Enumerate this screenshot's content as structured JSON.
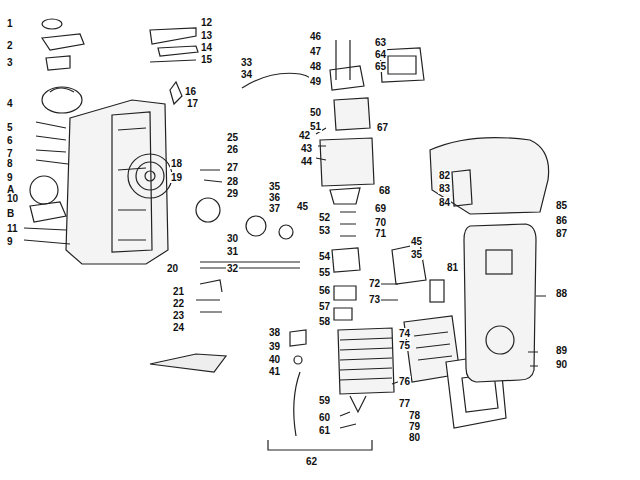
{
  "diagram": {
    "labels": [
      "1",
      "2",
      "3",
      "4",
      "5",
      "6",
      "7",
      "8",
      "9",
      "A",
      "10",
      "B",
      "11",
      "9",
      "12",
      "13",
      "14",
      "15",
      "16",
      "17",
      "18",
      "19",
      "20",
      "21",
      "22",
      "23",
      "24",
      "25",
      "26",
      "27",
      "28",
      "29",
      "30",
      "31",
      "32",
      "33",
      "34",
      "35",
      "36",
      "37",
      "45",
      "38",
      "39",
      "40",
      "41",
      "42",
      "43",
      "44",
      "46",
      "47",
      "48",
      "49",
      "50",
      "51",
      "52",
      "53",
      "54",
      "55",
      "56",
      "57",
      "58",
      "59",
      "60",
      "61",
      "62",
      "63",
      "64",
      "65",
      "67",
      "68",
      "69",
      "70",
      "71",
      "45",
      "35",
      "81",
      "72",
      "73",
      "74",
      "75",
      "76",
      "77",
      "78",
      "79",
      "80",
      "82",
      "83",
      "84",
      "85",
      "86",
      "87",
      "88",
      "89",
      "90"
    ]
  }
}
